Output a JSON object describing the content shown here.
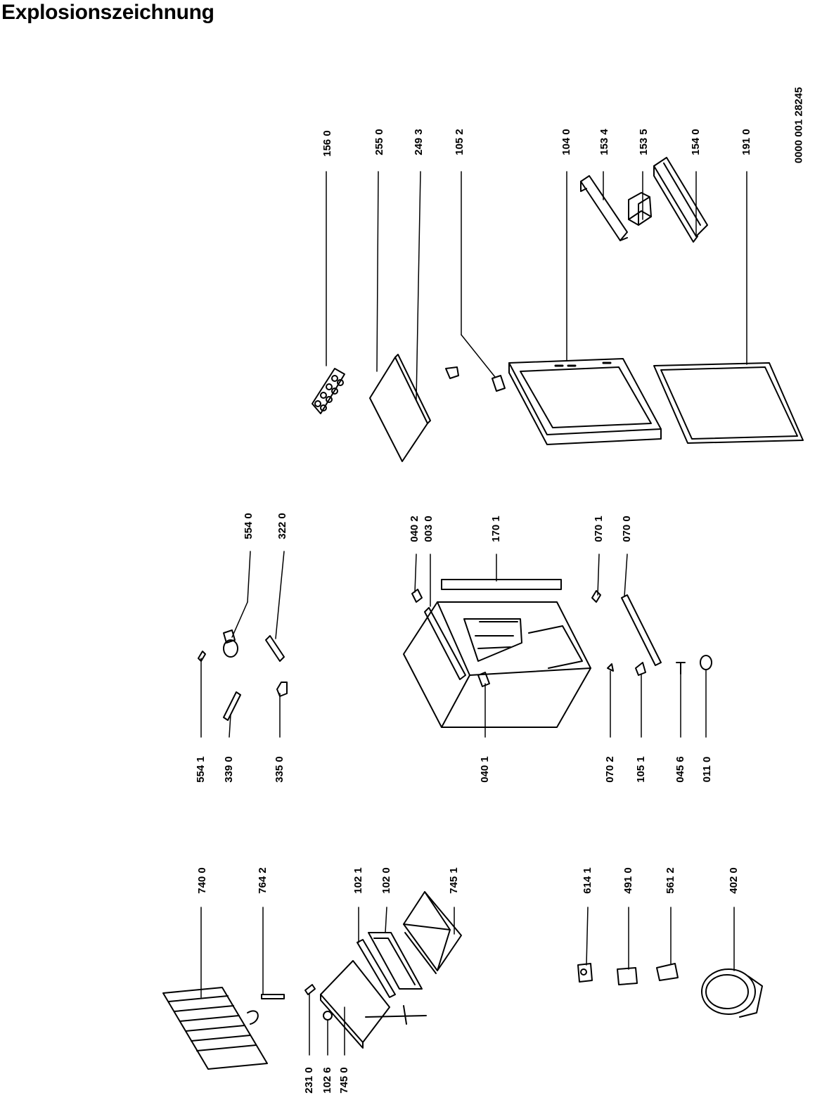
{
  "title": "Explosionszeichnung",
  "document_number": "0000 001 28245",
  "part_labels": {
    "p156_0": "156 0",
    "p255_0": "255 0",
    "p249_3": "249 3",
    "p105_2": "105 2",
    "p104_0": "104 0",
    "p153_4": "153 4",
    "p153_5": "153 5",
    "p154_0": "154 0",
    "p191_0": "191 0",
    "p554_0": "554 0",
    "p322_0": "322 0",
    "p040_2": "040 2",
    "p003_0": "003 0",
    "p170_1": "170 1",
    "p070_1": "070 1",
    "p070_0": "070 0",
    "p554_1": "554 1",
    "p339_0": "339 0",
    "p335_0": "335 0",
    "p040_1": "040 1",
    "p070_2": "070 2",
    "p105_1": "105 1",
    "p045_6": "045 6",
    "p011_0": "011 0",
    "p740_0": "740 0",
    "p764_2": "764 2",
    "p102_1": "102 1",
    "p102_0": "102 0",
    "p745_1": "745 1",
    "p614_1": "614 1",
    "p491_0": "491 0",
    "p561_2": "561 2",
    "p402_0": "402 0",
    "p231_0": "231 0",
    "p102_6": "102 6",
    "p745_0": "745 0"
  }
}
